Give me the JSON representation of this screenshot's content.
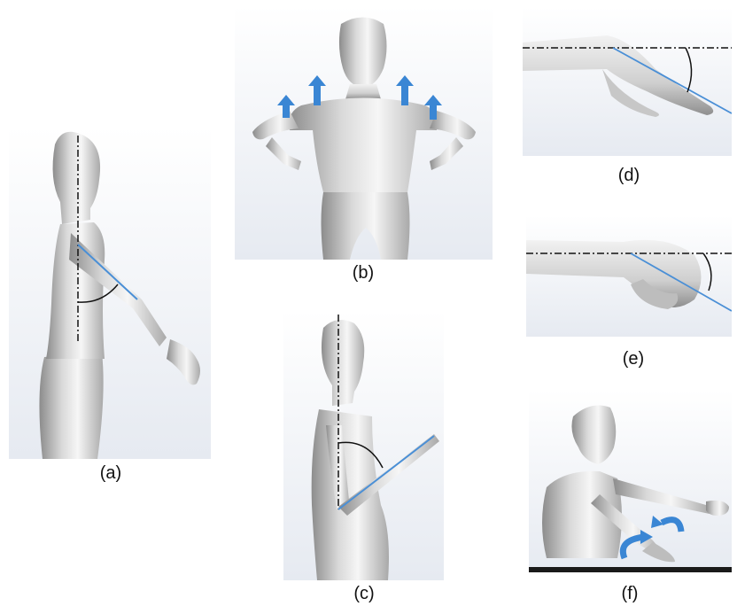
{
  "figure": {
    "captions": {
      "a": "(a)",
      "b": "(b)",
      "c": "(c)",
      "d": "(d)",
      "e": "(e)",
      "f": "(f)"
    },
    "colors": {
      "background_top": "#ffffff",
      "background_bottom": "#e9edf3",
      "skin_light": "#f4f4f4",
      "skin_mid": "#c9c9c9",
      "skin_dark": "#8a8a8a",
      "axis_line": "#4a8fd6",
      "arrow_fill": "#3a86d4",
      "dashdot": "#111111"
    },
    "icons": {
      "b": "up-arrow-icon",
      "f": "rotation-arrow-icon"
    }
  }
}
